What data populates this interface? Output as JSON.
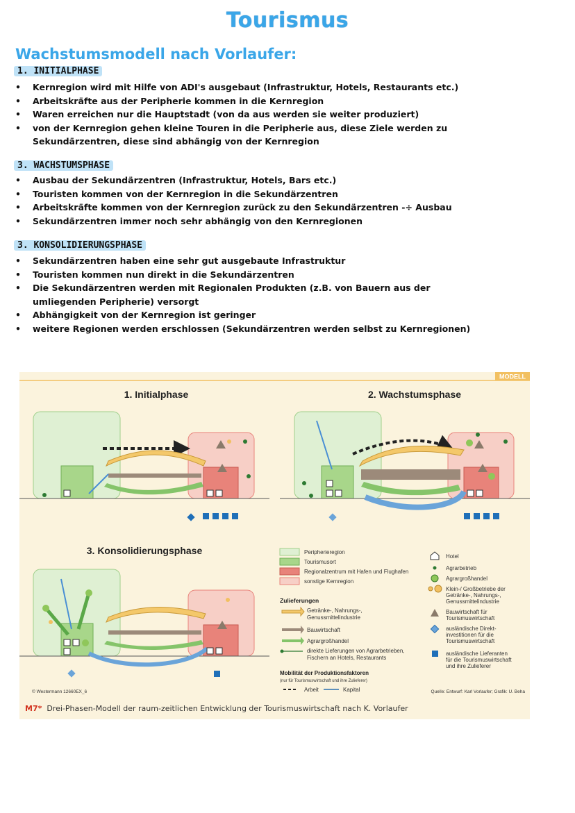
{
  "title": "Tourismus",
  "subtitle": "Wachstumsmodell nach Vorlaufer:",
  "sections": [
    {
      "heading": "1. INITIALPHASE",
      "items": [
        "Kernregion wird mit Hilfe von ADI's ausgebaut (Infrastruktur, Hotels, Restaurants etc.)",
        "Arbeitskräfte aus der Peripherie kommen in die Kernregion",
        "Waren erreichen nur die Hauptstadt (von da aus werden sie weiter produziert)",
        "von der Kernregion gehen kleine Touren in die Peripherie aus, diese Ziele werden zu Sekundärzentren, diese sind abhängig von der Kernregion"
      ]
    },
    {
      "heading": "3. WACHSTUMSPHASE",
      "items": [
        "Ausbau der Sekundärzentren (Infrastruktur, Hotels, Bars etc.)",
        "Touristen kommen von der Kernregion in die Sekundärzentren",
        "Arbeitskräfte kommen von der Kernregion zurück zu den Sekundärzentren -÷ Ausbau",
        "Sekundärzentren immer noch sehr abhängig von den Kernregionen"
      ]
    },
    {
      "heading": "3. KONSOLIDIERUNGSPHASE",
      "items": [
        "Sekundärzentren haben eine sehr gut ausgebaute Infrastruktur",
        "Touristen kommen nun direkt in die Sekundärzentren",
        "Die Sekundärzentren werden mit Regionalen Produkten (z.B. von Bauern aus der umliegenden Peripherie) versorgt",
        "Abhängigkeit von der Kernregion ist geringer",
        "weitere Regionen werden erschlossen (Sekundärzentren werden selbst zu Kernregionen)"
      ]
    }
  ],
  "figure": {
    "badge": "MODELL",
    "panel1_title": "1. Initialphase",
    "panel2_title": "2. Wachstumsphase",
    "panel3_title": "3. Konsolidierungsphase",
    "legend_regions": [
      "Peripherieregion",
      "Tourismusort",
      "Regionalzentrum mit Hafen und Flughafen",
      "sonstige Kernregion"
    ],
    "legend_supply_title": "Zulieferungen",
    "legend_supply": [
      "Getränke-, Nahrungs-,",
      "Genussmittelindustrie",
      "Bauwirtschaft",
      "Agrargroßhandel",
      "direkte Lieferungen von Agrarbetrieben,",
      "Fischern an Hotels, Restaurants"
    ],
    "legend_mobility_title": "Mobilität der Produktionsfaktoren",
    "legend_mobility_note": "(nur für Tourismuswirtschaft und ihre Zulieferer)",
    "legend_arbeit": "Arbeit",
    "legend_kapital": "Kapital",
    "legend_symbols": [
      "Hotel",
      "Agrarbetrieb",
      "Agrargroßhandel",
      "Klein-/ Großbetriebe der",
      "Getränke-, Nahrungs-,",
      "Genussmittelindustrie",
      "Bauwirtschaft für",
      "Tourismuswirtschaft",
      "ausländische Direkt-",
      "investitionen für die",
      "Tourismuswirtschaft",
      "ausländische Lieferanten",
      "für die Tourismuswirtschaft",
      "und ihre Zulieferer"
    ],
    "copyright": "© Westermann 12660EX_6",
    "source": "Quelle: Entwurf: Karl Vorlaufer; Grafik: U. Beha",
    "caption_num": "M7*",
    "caption_text": "Drei-Phasen-Modell der raum-zeitlichen Entwicklung der Tourismuswirtschaft nach K. Vorlaufer",
    "colors": {
      "periphery": "#dff0d3",
      "resort": "#a8d68a",
      "center": "#e8837a",
      "core": "#f7cfc6",
      "bg": "#fbf3dd",
      "gold": "#f2c061"
    }
  }
}
